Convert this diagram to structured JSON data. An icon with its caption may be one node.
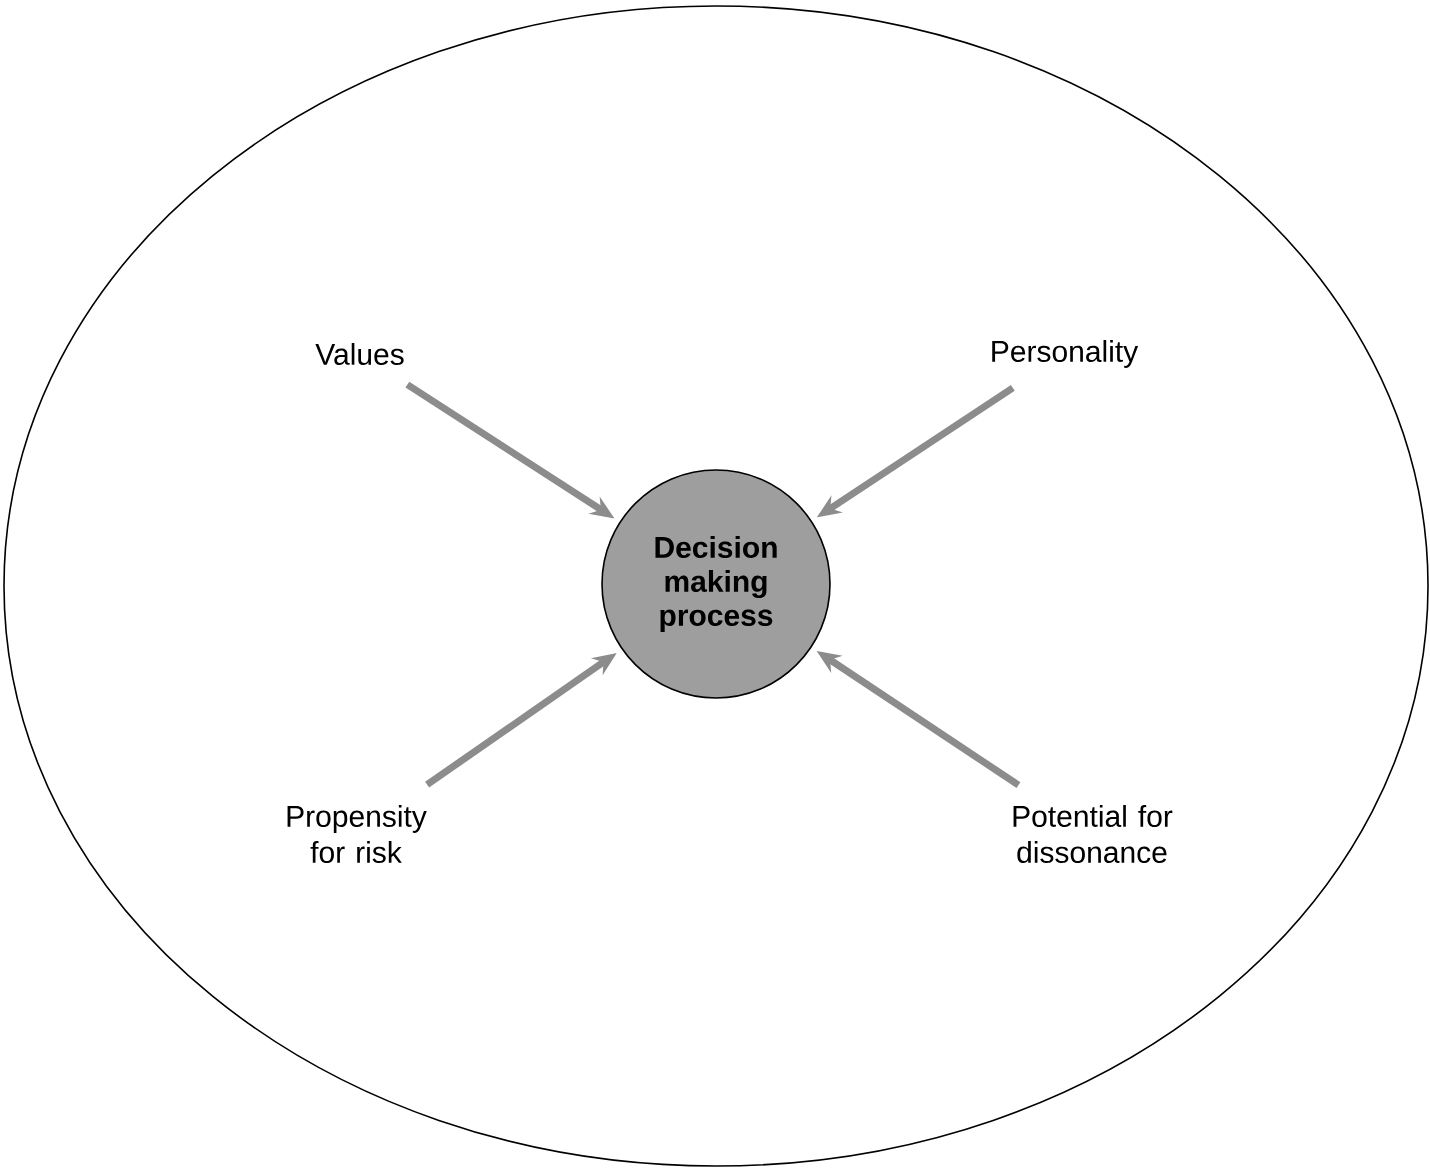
{
  "diagram": {
    "nodes": [
      {
        "text": [],
        "shape": "ellipse"
      },
      {
        "text": [
          "Values"
        ],
        "in": 0
      },
      {
        "text": [
          "Personality"
        ],
        "in": 0
      },
      {
        "text": [
          "Decision making process"
        ],
        "in": 0
      },
      {
        "text": [
          "Propensity for risk"
        ],
        "in": 0
      },
      {
        "text": [
          "Potential for dissonance"
        ],
        "in": 0
      }
    ],
    "edges": [
      {
        "from": 1,
        "to": 3,
        "arrow": "to"
      },
      {
        "from": 2,
        "to": 3,
        "arrow": "to"
      },
      {
        "from": 4,
        "to": 3,
        "arrow": "to"
      },
      {
        "from": 5,
        "to": 3,
        "arrow": "to"
      }
    ]
  }
}
